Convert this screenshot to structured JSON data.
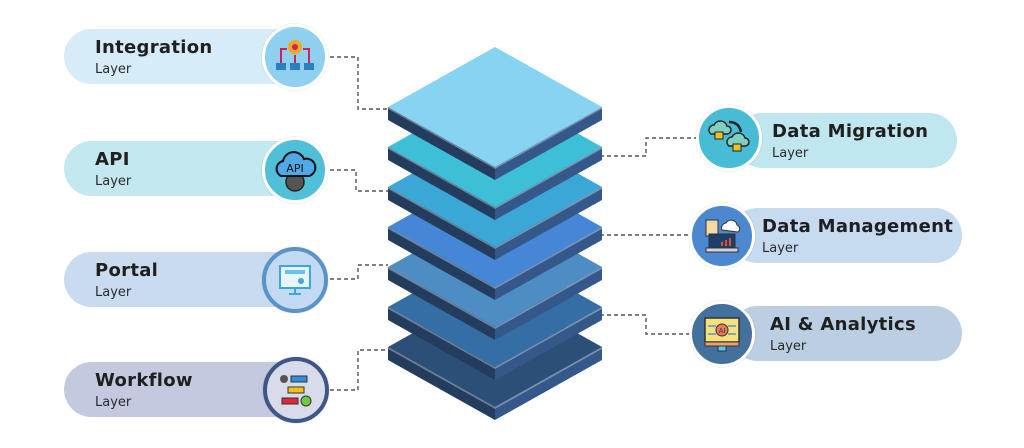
{
  "left_layers": [
    {
      "title": "Integration",
      "subtitle": "Layer",
      "icon": "integration-network-icon",
      "pill_color": "#d6ecf8",
      "circle_color": "#8fd0ef"
    },
    {
      "title": "API",
      "subtitle": "Layer",
      "icon": "api-cloud-gear-icon",
      "pill_color": "#c3e8ef",
      "circle_color": "#4fc0d8"
    },
    {
      "title": "Portal",
      "subtitle": "Layer",
      "icon": "portal-monitor-icon",
      "pill_color": "#c9dcef",
      "circle_color": "#c4daf2"
    },
    {
      "title": "Workflow",
      "subtitle": "Layer",
      "icon": "workflow-process-icon",
      "pill_color": "#c5c9df",
      "circle_color": "#d8dbea"
    }
  ],
  "right_layers": [
    {
      "title": "Data Migration",
      "subtitle": "Layer",
      "icon": "cloud-migration-icon",
      "pill_color": "#c0e7f0",
      "circle_color": "#48bcd4"
    },
    {
      "title": "Data Management",
      "subtitle": "Layer",
      "icon": "data-management-icon",
      "pill_color": "#c6daf0",
      "circle_color": "#4b88d0"
    },
    {
      "title": "AI & Analytics",
      "subtitle": "Layer",
      "icon": "ai-chip-monitor-icon",
      "pill_color": "#bccfe2",
      "circle_color": "#44709e"
    }
  ],
  "stack_colors": [
    "#86d3f2",
    "#3dbfd8",
    "#3ba7d6",
    "#4686d6",
    "#4d8dc4",
    "#356ea4",
    "#2c4f78"
  ]
}
